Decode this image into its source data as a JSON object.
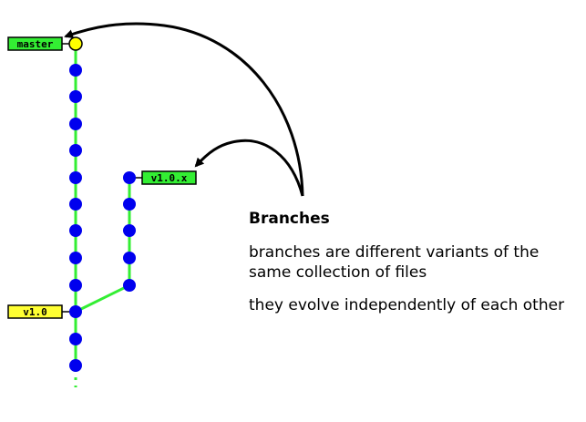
{
  "labels": {
    "master": "master",
    "branch": "v1.0.x",
    "tag": "v1.0"
  },
  "text": {
    "heading": "Branches",
    "para1": "branches are different variants of the same collection of files",
    "para2": "they evolve independently of each other"
  },
  "colors": {
    "branch_line": "#33ee33",
    "commit": "#0000ee",
    "head_commit": "#ffff00",
    "branch_label_bg": "#33ee33",
    "tag_label_bg": "#ffff33"
  }
}
